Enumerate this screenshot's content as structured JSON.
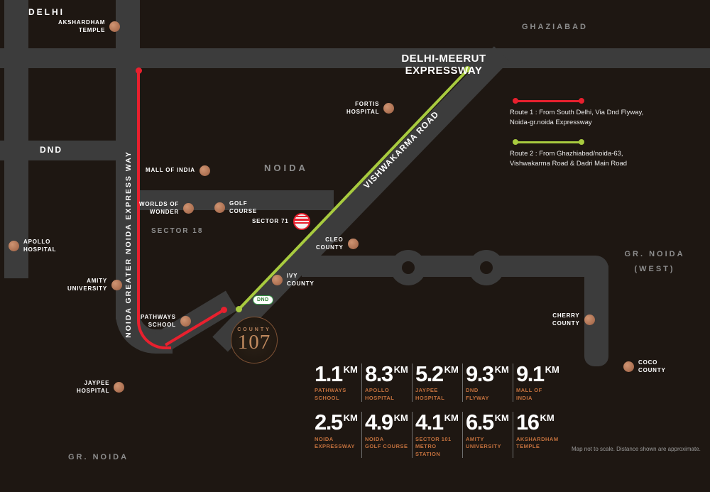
{
  "regions": {
    "delhi": "DELHI",
    "ghaziabad": "GHAZIABAD",
    "noida": "NOIDA",
    "sector_18": "SECTOR 18",
    "gr_noida_west": "GR. NOIDA\n(WEST)",
    "gr_noida": "GR. NOIDA"
  },
  "roads": {
    "delhi_meerut_expressway": "DELHI-MEERUT EXPRESSWAY",
    "dnd": "DND",
    "vishwakarma_road": "VISHWAKARMA ROAD",
    "noida_greater_noida": "NOIDA GREATER NOIDA EXPRESS WAY"
  },
  "landmarks": [
    {
      "label": "AKSHARDHAM\nTEMPLE"
    },
    {
      "label": "FORTIS\nHOSPITAL"
    },
    {
      "label": "MALL OF INDIA"
    },
    {
      "label": "WORLDS OF\nWONDER"
    },
    {
      "label": "GOLF\nCOURSE"
    },
    {
      "label": "SECTOR 71"
    },
    {
      "label": "CLEO\nCOUNTY"
    },
    {
      "label": "APOLLO\nHOSPITAL"
    },
    {
      "label": "AMITY\nUNIVERSITY"
    },
    {
      "label": "IVY\nCOUNTY"
    },
    {
      "label": "PATHWAYS\nSCHOOL"
    },
    {
      "label": "JAYPEE\nHOSPITAL"
    },
    {
      "label": "CHERRY\nCOUNTY"
    },
    {
      "label": "COCO\nCOUNTY"
    }
  ],
  "logo": {
    "word": "COUNTY",
    "number": "107"
  },
  "badges": {
    "dnd": "DND"
  },
  "legend": {
    "route1_line1": "Route 1 : From South Delhi, Via Dnd Flyway,",
    "route1_line2": "Noida-gr.noida Expressway",
    "route2_line1": "Route 2 : From Ghazhiabad/noida-63,",
    "route2_line2": "Vishwakarma Road & Dadri Main Road"
  },
  "distances": {
    "rows": [
      [
        {
          "value": "1.1",
          "unit": "KM",
          "label": "PATHWAYS\nSCHOOL"
        },
        {
          "value": "8.3",
          "unit": "KM",
          "label": "APOLLO\nHOSPITAL"
        },
        {
          "value": "5.2",
          "unit": "KM",
          "label": "JAYPEE\nHOSPITAL"
        },
        {
          "value": "9.3",
          "unit": "KM",
          "label": "DND\nFLYWAY"
        },
        {
          "value": "9.1",
          "unit": "KM",
          "label": "MALL OF\nINDIA"
        }
      ],
      [
        {
          "value": "2.5",
          "unit": "KM",
          "label": "NOIDA\nEXPRESSWAY"
        },
        {
          "value": "4.9",
          "unit": "KM",
          "label": "NOIDA\nGOLF COURSE"
        },
        {
          "value": "4.1",
          "unit": "KM",
          "label": "SECTOR 101\nMETRO STATION"
        },
        {
          "value": "6.5",
          "unit": "KM",
          "label": "AMITY\nUNIVERSITY"
        },
        {
          "value": "16",
          "unit": "KM",
          "label": "AKSHARDHAM\nTEMPLE"
        }
      ]
    ]
  },
  "disclaimer": "Map not to scale. Distance shown are approximate.",
  "colors": {
    "route1": "#e8202e",
    "route2": "#a8cb3f",
    "landmark_dot": "#b97f61",
    "accent_text": "#c2703d"
  }
}
